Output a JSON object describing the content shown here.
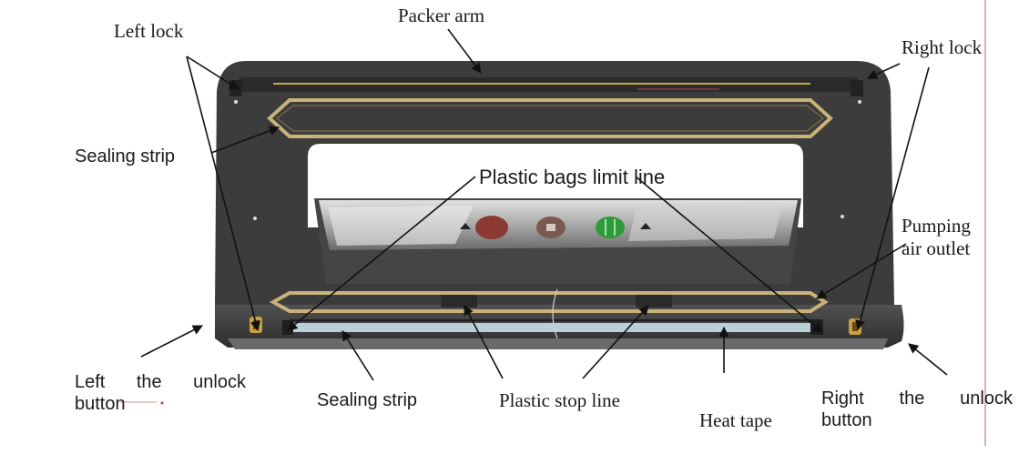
{
  "labels": {
    "packer_arm": "Packer arm",
    "left_lock": "Left lock",
    "right_lock": "Right lock",
    "sealing_strip_upper": "Sealing strip",
    "plastic_bags_limit_line": "Plastic bags limit line",
    "pumping_air_outlet": [
      "Pumping",
      "air outlet"
    ],
    "left_unlock_button": [
      "Left",
      "the",
      "unlock",
      "button"
    ],
    "right_unlock_button": [
      "Right",
      "the",
      "unlock",
      "button"
    ],
    "sealing_strip_lower": "Sealing strip",
    "plastic_stop_line": "Plastic stop line",
    "heat_tape": "Heat tape"
  },
  "colors": {
    "body_dark": "#3a3a3a",
    "body_mid": "#4a4a4a",
    "seal_gold": "#c8b27a",
    "heat_tape": "#b8d0d8",
    "btn_red": "#8a3a30",
    "btn_brown": "#7a5a50",
    "btn_green": "#2f9a3a",
    "border_line": "#c87a8a"
  }
}
